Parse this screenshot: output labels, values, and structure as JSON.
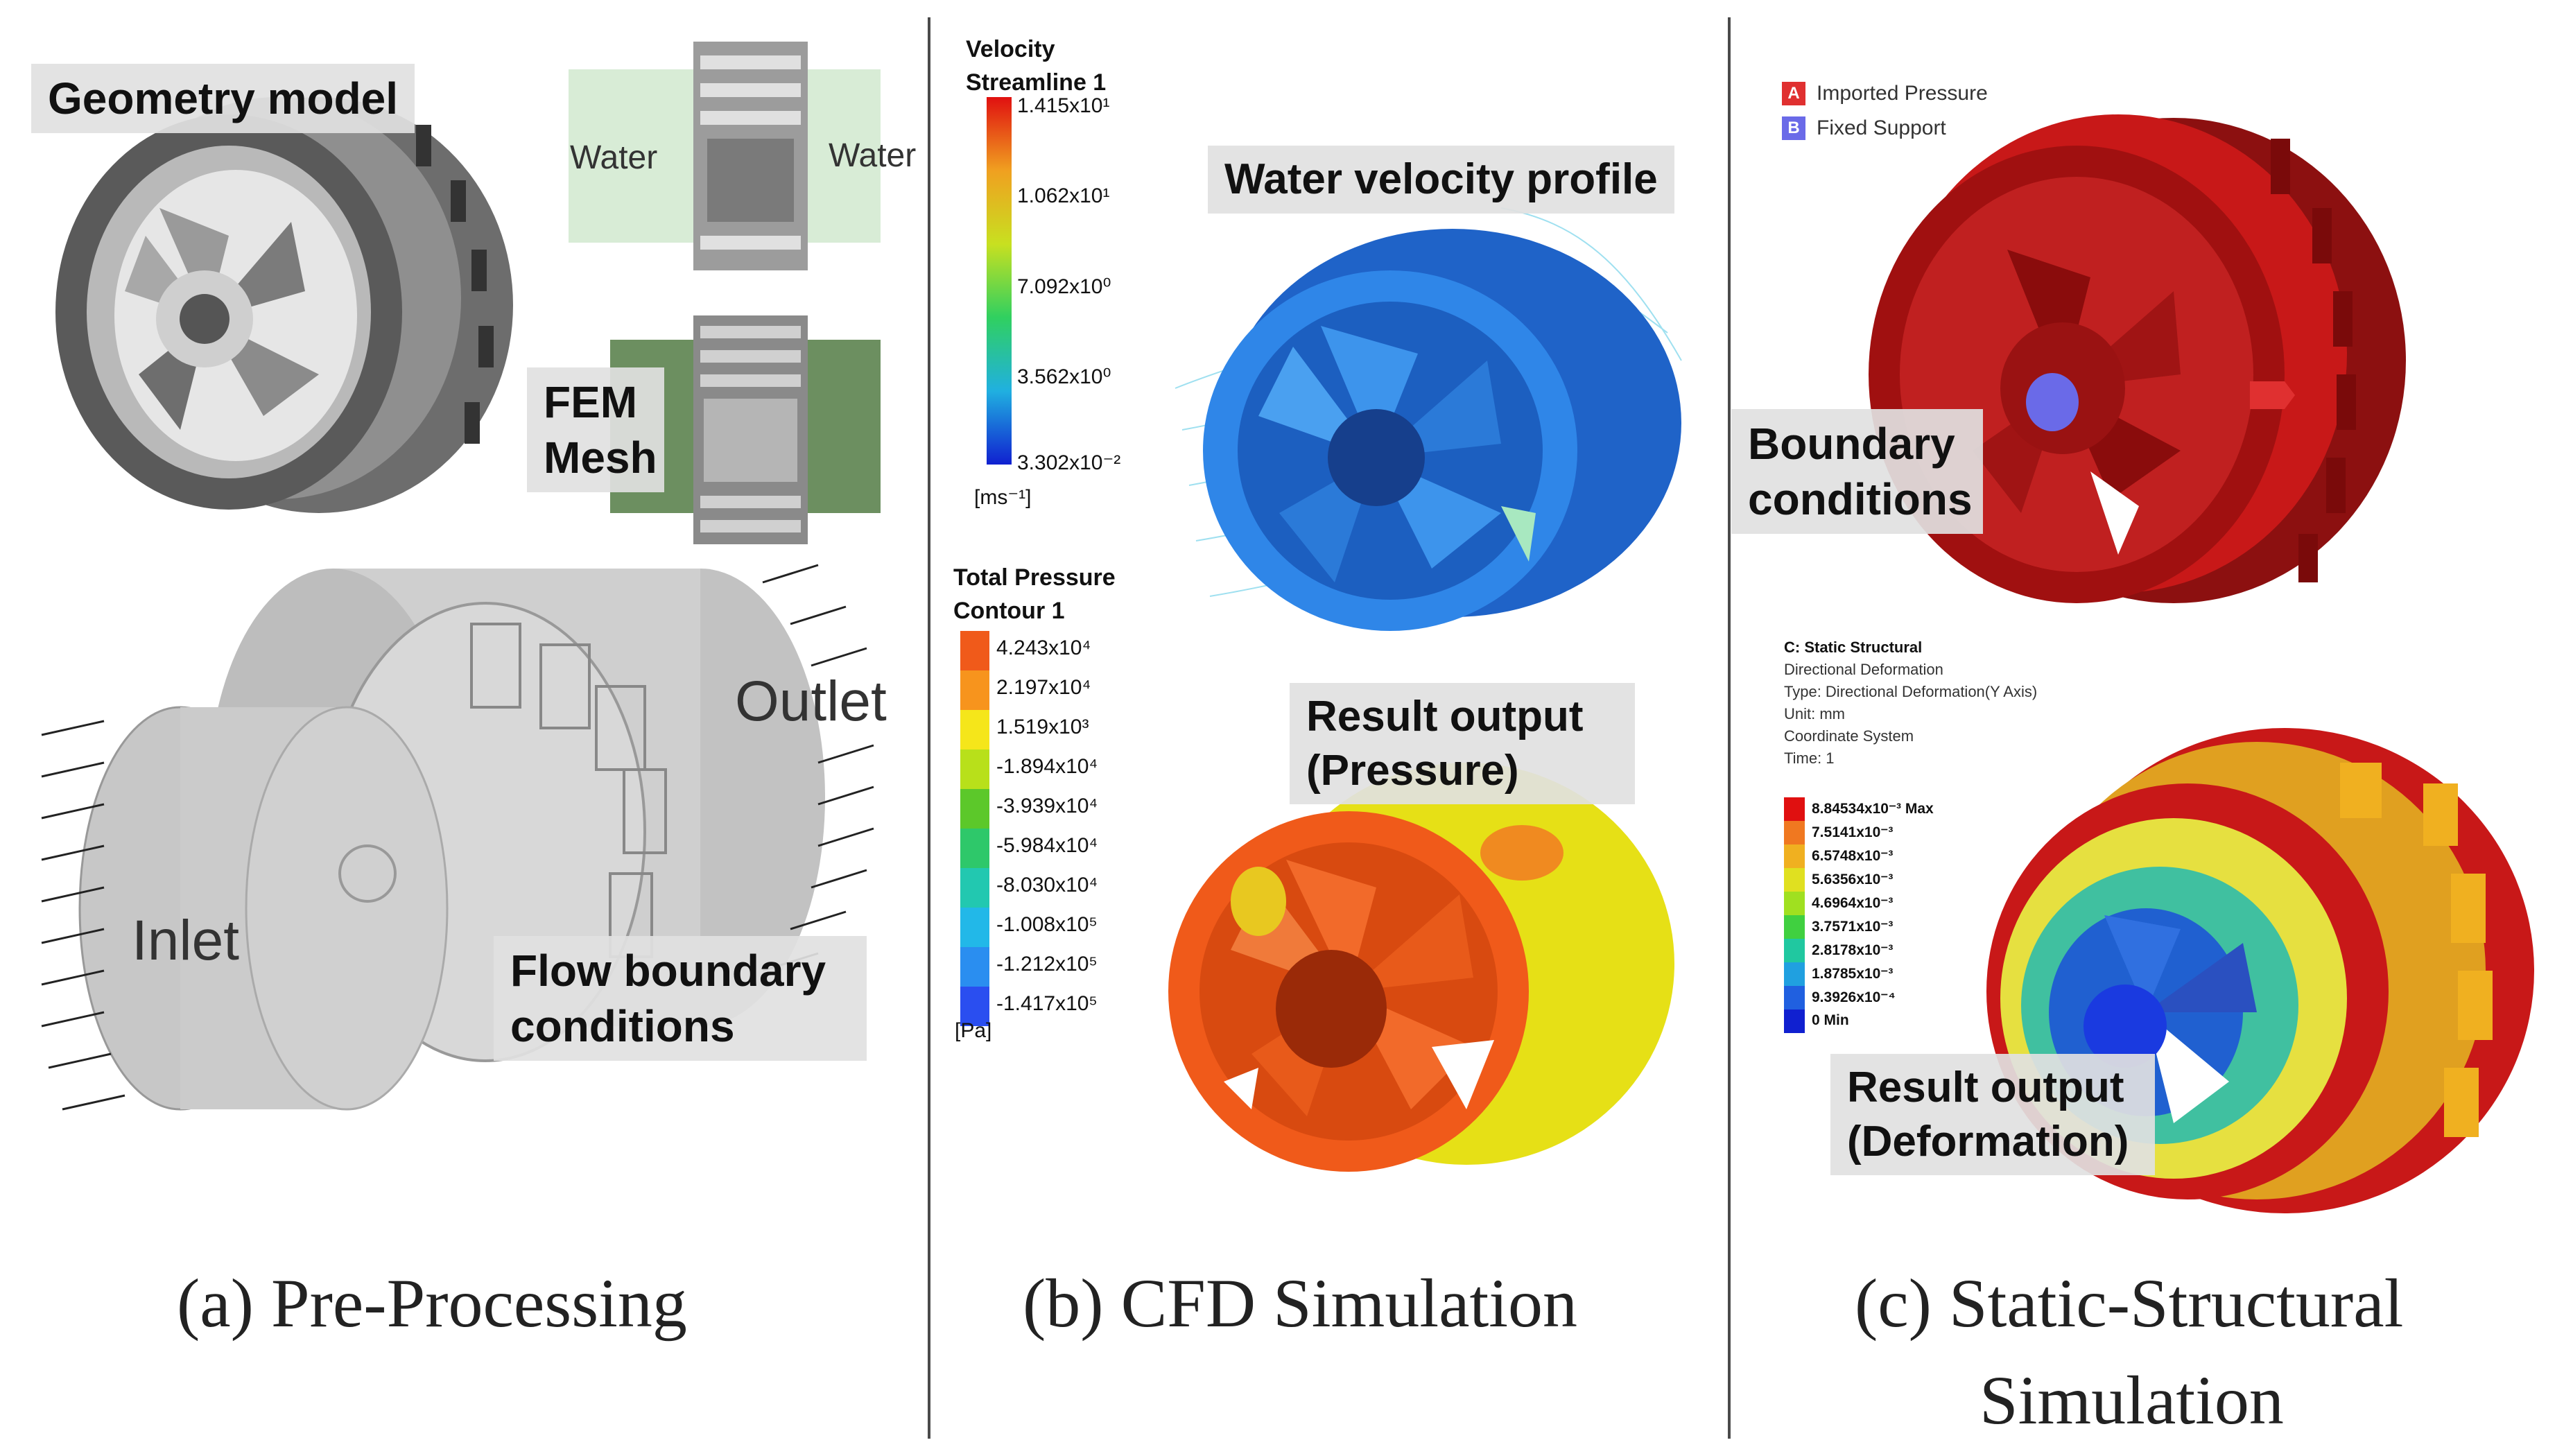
{
  "panel_a": {
    "caption": "(a) Pre-Processing",
    "geometry_label": "Geometry model",
    "water_left": "Water",
    "water_right": "Water",
    "mesh_label": "FEM Mesh",
    "outlet_label": "Outlet",
    "inlet_label": "Inlet",
    "flow_bc_label": "Flow boundary conditions"
  },
  "panel_b": {
    "caption": "(b) CFD Simulation",
    "velocity_profile_label": "Water velocity profile",
    "result_pressure_label": "Result output (Pressure)",
    "velocity_legend": {
      "title": "Velocity Streamline 1",
      "ticks": [
        "1.415x10¹",
        "1.062x10¹",
        "7.092x10⁰",
        "3.562x10⁰",
        "3.302x10⁻²"
      ],
      "unit": "[ms⁻¹]"
    },
    "pressure_legend": {
      "title": "Total Pressure Contour 1",
      "ticks": [
        "4.243x10⁴",
        "2.197x10⁴",
        "1.519x10³",
        "-1.894x10⁴",
        "-3.939x10⁴",
        "-5.984x10⁴",
        "-8.030x10⁴",
        "-1.008x10⁵",
        "-1.212x10⁵",
        "-1.417x10⁵"
      ],
      "colors": [
        "#f05a1a",
        "#f7941d",
        "#f5e61a",
        "#b8e01a",
        "#5cc82a",
        "#2ec86a",
        "#22c8b0",
        "#22b8e8",
        "#2a8ef0",
        "#2a4ef0"
      ],
      "unit": "[Pa]"
    }
  },
  "panel_c": {
    "caption_line1": "(c) Static-Structural",
    "caption_line2": "Simulation",
    "bc_items": [
      {
        "letter": "A",
        "label": "Imported Pressure",
        "color": "#e03030"
      },
      {
        "letter": "B",
        "label": "Fixed Support",
        "color": "#6a6ae8"
      }
    ],
    "boundary_label": "Boundary conditions",
    "result_deformation_label": "Result output (Deformation)",
    "deform_info": {
      "title": "C: Static Structural",
      "lines": [
        "Directional Deformation",
        "Type: Directional Deformation(Y Axis)",
        "Unit: mm",
        "Coordinate System",
        "Time: 1"
      ]
    },
    "deform_legend": {
      "ticks": [
        "8.84534x10⁻³ Max",
        "7.5141x10⁻³",
        "6.5748x10⁻³",
        "5.6356x10⁻³",
        "4.6964x10⁻³",
        "3.7571x10⁻³",
        "2.8178x10⁻³",
        "1.8785x10⁻³",
        "9.3926x10⁻⁴",
        "0 Min"
      ],
      "colors": [
        "#e01010",
        "#f07820",
        "#f0b020",
        "#e0e020",
        "#a0e020",
        "#40d040",
        "#20c8a0",
        "#20a0e0",
        "#2060e0",
        "#1020d0"
      ]
    }
  }
}
